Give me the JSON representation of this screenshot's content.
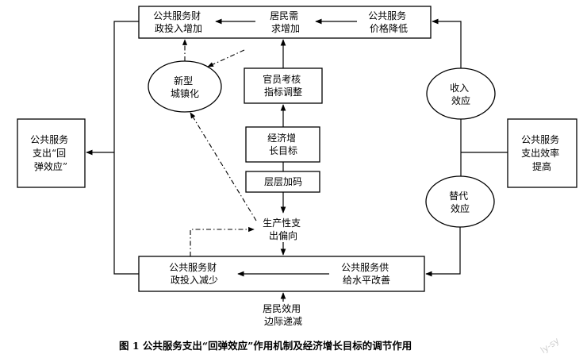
{
  "figure": {
    "caption": "图 1   公共服务支出“回弹效应”作用机制及经济增长目标的调节作用",
    "watermark": "ly-sy"
  },
  "nodes": {
    "top_box": {
      "left": [
        "公共服务财",
        "政投入增加"
      ],
      "middle": [
        "居民需",
        "求增加"
      ],
      "right": [
        "公共服务",
        "价格降低"
      ]
    },
    "bottom_box": {
      "left": [
        "公共服务财",
        "政投入减少"
      ],
      "right": [
        "公共服务供",
        "给水平改善"
      ]
    },
    "rebound_box": [
      "公共服务",
      "支出“回",
      "弹效应”"
    ],
    "efficiency_box": [
      "公共服务",
      "支出效率",
      "提高"
    ],
    "official_box": [
      "官员考核",
      "指标调整"
    ],
    "growth_box": [
      "经济增",
      "长目标"
    ],
    "layer_box": [
      "层层加码"
    ],
    "urbanization_ellipse": [
      "新型",
      "城镇化"
    ],
    "income_ellipse": [
      "收入",
      "效应"
    ],
    "substitution_ellipse": [
      "替代",
      "效应"
    ],
    "production_text": [
      "生产性支",
      "出偏向"
    ],
    "resident_text": [
      "居民效用",
      "边际递减"
    ]
  }
}
